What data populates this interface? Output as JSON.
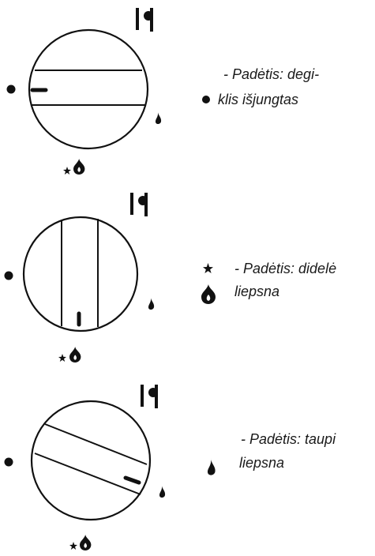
{
  "positions": [
    {
      "id": "off",
      "caption_lines": [
        "- Padėtis: degi-",
        "klis išjungtas"
      ],
      "legend_icon": "dot-icon"
    },
    {
      "id": "high",
      "caption_lines": [
        "- Padėtis: didelė",
        "liepsna"
      ],
      "legend_icon": "large-flame-with-spark-icon"
    },
    {
      "id": "eco",
      "caption_lines": [
        "- Padėtis: taupi",
        "liepsna"
      ],
      "legend_icon": "small-flame-icon"
    }
  ],
  "knob_icons": {
    "top": "ignition-symbol-icon",
    "left": "off-dot-icon",
    "right": "small-flame-icon",
    "bottom": "spark-and-flame-icon"
  },
  "colors": {
    "ink": "#111111",
    "caption": "#1a1a1a",
    "background": "#ffffff"
  }
}
